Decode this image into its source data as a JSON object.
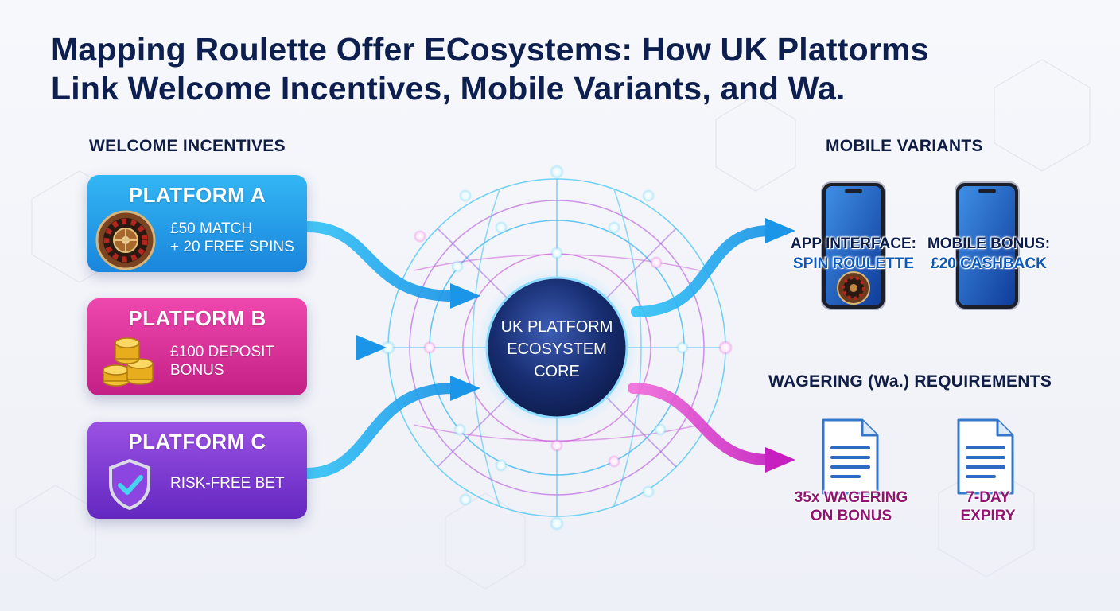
{
  "title": {
    "line1": "Mapping Roulette Offer ECosystems: How UK Plattorms",
    "line2": "Link Welcome Incentives, Mobile Variants, and Wa."
  },
  "sections": {
    "welcome": "WELCOME INCENTIVES",
    "mobile": "MOBILE VARIANTS",
    "wagering": "WAGERING (Wa.) REQUIREMENTS"
  },
  "platforms": [
    {
      "name": "PLATFORM A",
      "offer_line1": "£50 MATCH",
      "offer_line2": "+ 20 FREE SPINS",
      "icon": "roulette-wheel-icon",
      "color": "#2aa3ec"
    },
    {
      "name": "PLATFORM B",
      "offer_line1": "£100 DEPOSIT",
      "offer_line2": "BONUS",
      "icon": "gold-coins-icon",
      "color": "#df35a0"
    },
    {
      "name": "PLATFORM C",
      "offer_line1": "RISK-FREE BET",
      "offer_line2": "",
      "icon": "shield-check-icon",
      "color": "#7f3cd4"
    }
  ],
  "core": {
    "line1": "UK PLATFORM",
    "line2": "ECOSYSTEM",
    "line3": "CORE"
  },
  "mobile_variants": [
    {
      "line1": "APP INTERFACE:",
      "line2": "SPIN ROULETTE",
      "icon": "smartphone-icon"
    },
    {
      "line1": "MOBILE BONUS:",
      "line2": "£20 CASHBACK",
      "icon": "smartphone-icon"
    }
  ],
  "wagering_requirements": [
    {
      "line1": "35x WAGERING",
      "line2": "ON BONUS",
      "icon": "document-icon"
    },
    {
      "line1": "7-DAY",
      "line2": "EXPIRY",
      "icon": "document-icon"
    }
  ],
  "colors": {
    "title": "#0d1f4f",
    "flow_blue": "#1eb2f0",
    "flow_magenta": "#d92fb4",
    "core_navy": "#14265f"
  }
}
